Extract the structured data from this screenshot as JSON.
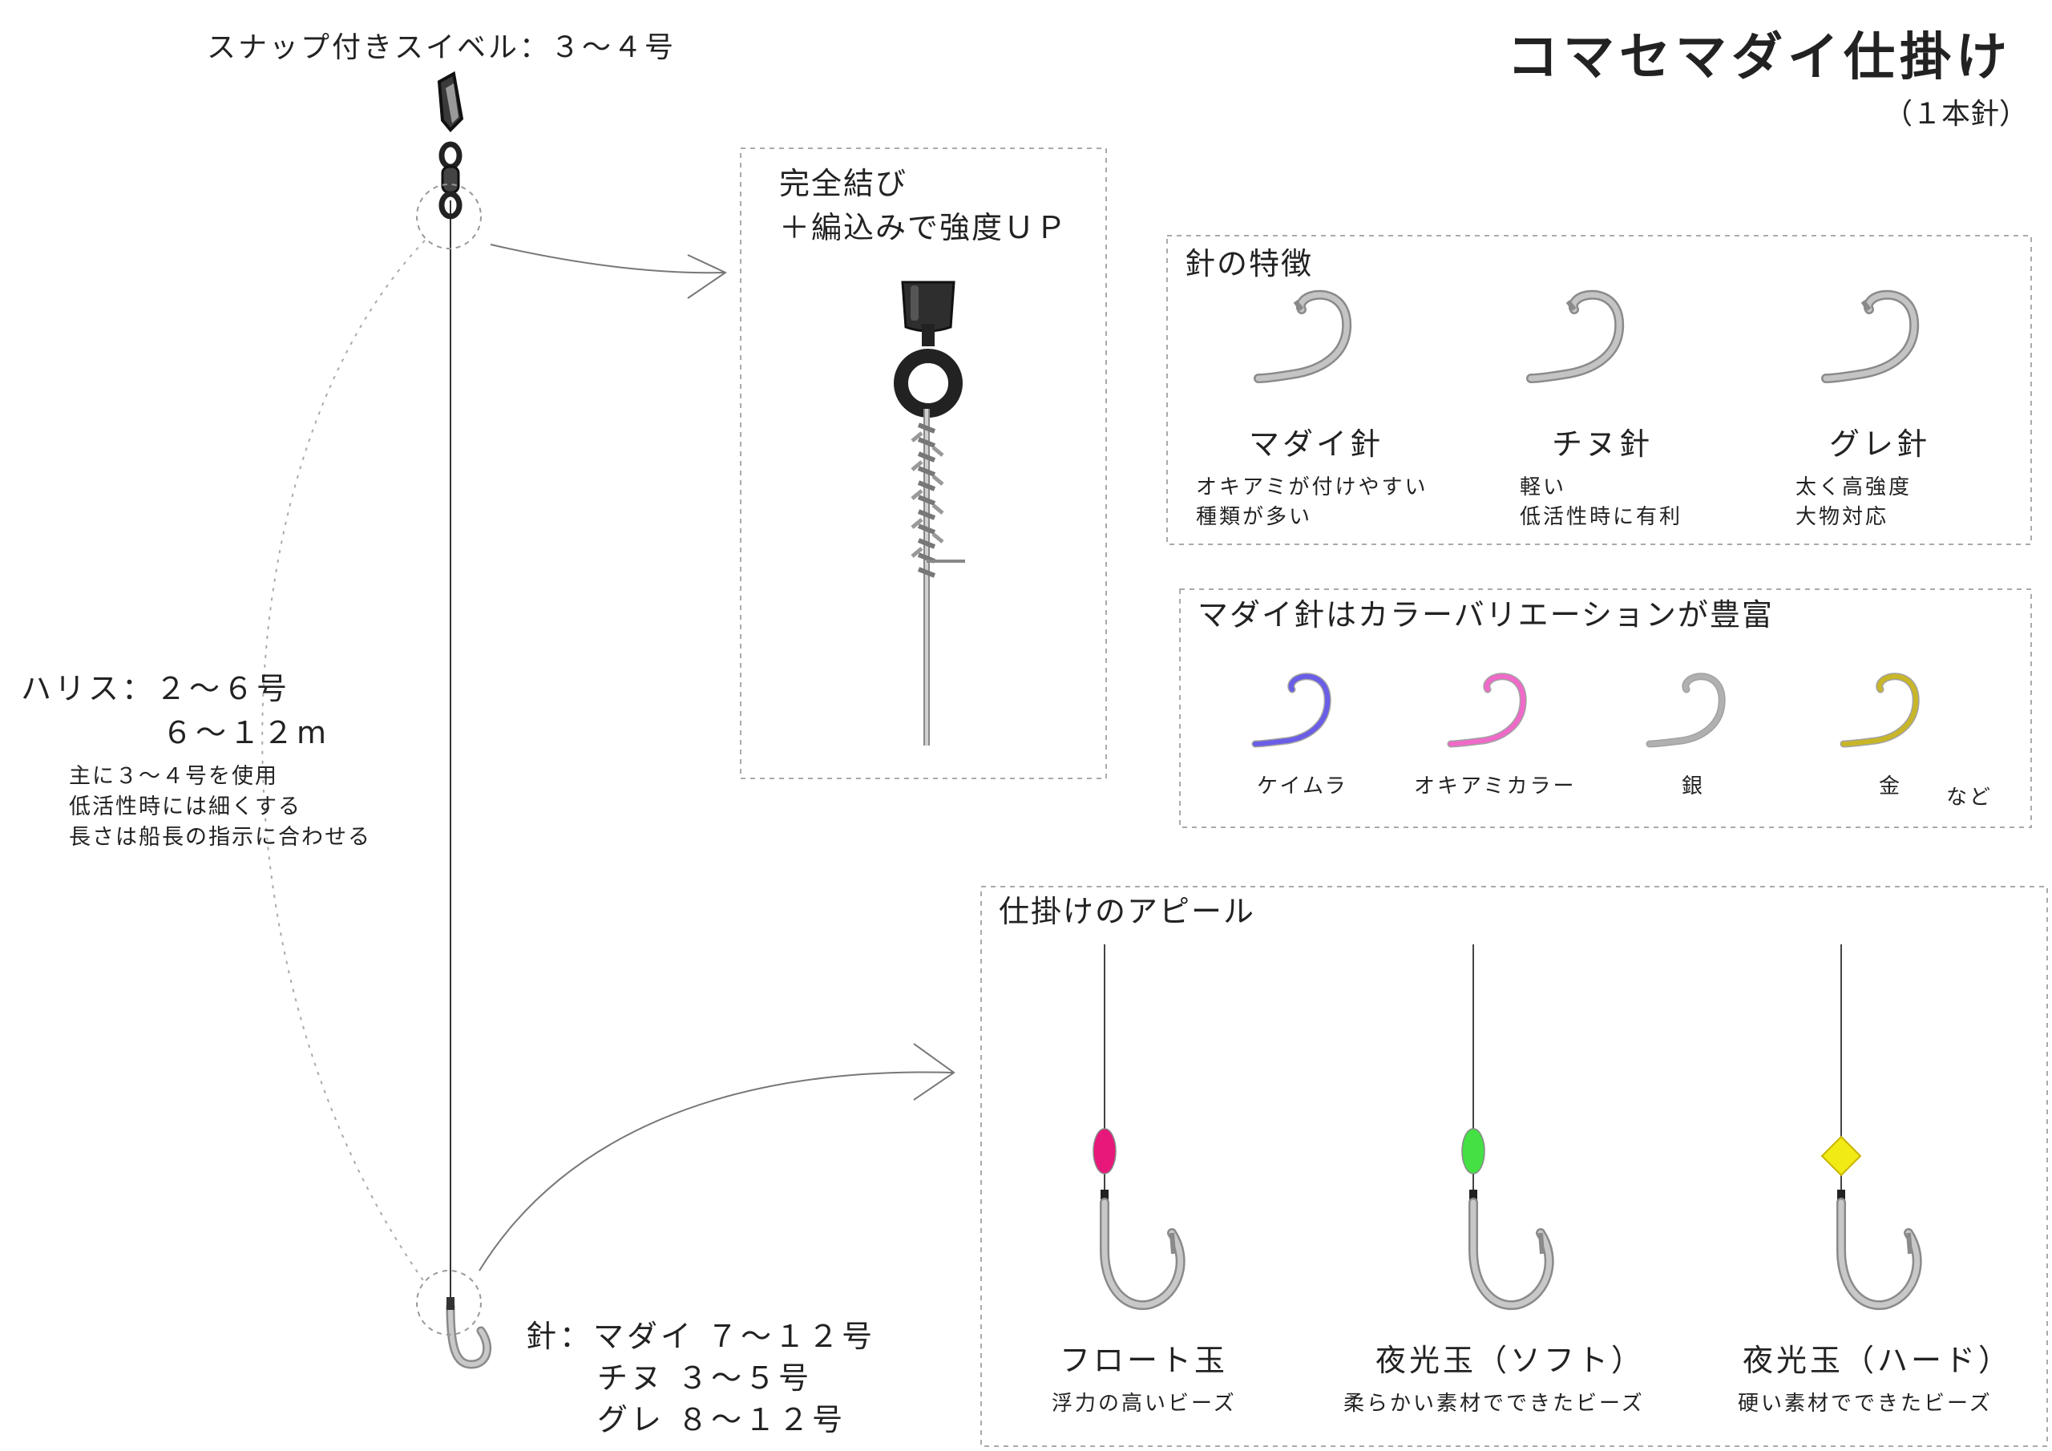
{
  "title": "コマセマダイ仕掛け",
  "subtitle": "（１本針）",
  "swivel_label": "スナップ付きスイベル：３～４号",
  "harris": {
    "label": "ハリス：２～６号",
    "length": "６～１２m",
    "notes": [
      "主に３～４号を使用",
      "低活性時には細くする",
      "長さは船長の指示に合わせる"
    ]
  },
  "hook_spec": {
    "line1": "針：マダイ ７～１２号",
    "line2": "チヌ ３～５号",
    "line3": "グレ ８～１２号"
  },
  "knot_box": {
    "line1": "完全結び",
    "line2": "＋編込みで強度ＵＰ"
  },
  "hook_features": {
    "title": "針の特徴",
    "items": [
      {
        "name": "マダイ針",
        "desc1": "オキアミが付けやすい",
        "desc2": "種類が多い"
      },
      {
        "name": "チヌ針",
        "desc1": "軽い",
        "desc2": "低活性時に有利"
      },
      {
        "name": "グレ針",
        "desc1": "太く高強度",
        "desc2": "大物対応"
      }
    ]
  },
  "color_box": {
    "title": "マダイ針はカラーバリエーションが豊富",
    "items": [
      {
        "name": "ケイムラ",
        "color": "#6a5de8"
      },
      {
        "name": "オキアミカラー",
        "color": "#ef6ac8"
      },
      {
        "name": "銀",
        "color": "#b0b0b0"
      },
      {
        "name": "金",
        "color": "#c8b628"
      }
    ],
    "etc": "など"
  },
  "appeal_box": {
    "title": "仕掛けのアピール",
    "items": [
      {
        "name": "フロート玉",
        "desc": "浮力の高いビーズ",
        "bead_color": "#e8187a"
      },
      {
        "name": "夜光玉（ソフト）",
        "desc": "柔らかい素材でできたビーズ",
        "bead_color": "#44e044"
      },
      {
        "name": "夜光玉（ハード）",
        "desc": "硬い素材でできたビーズ",
        "bead_color": "#f2ea14"
      }
    ]
  }
}
